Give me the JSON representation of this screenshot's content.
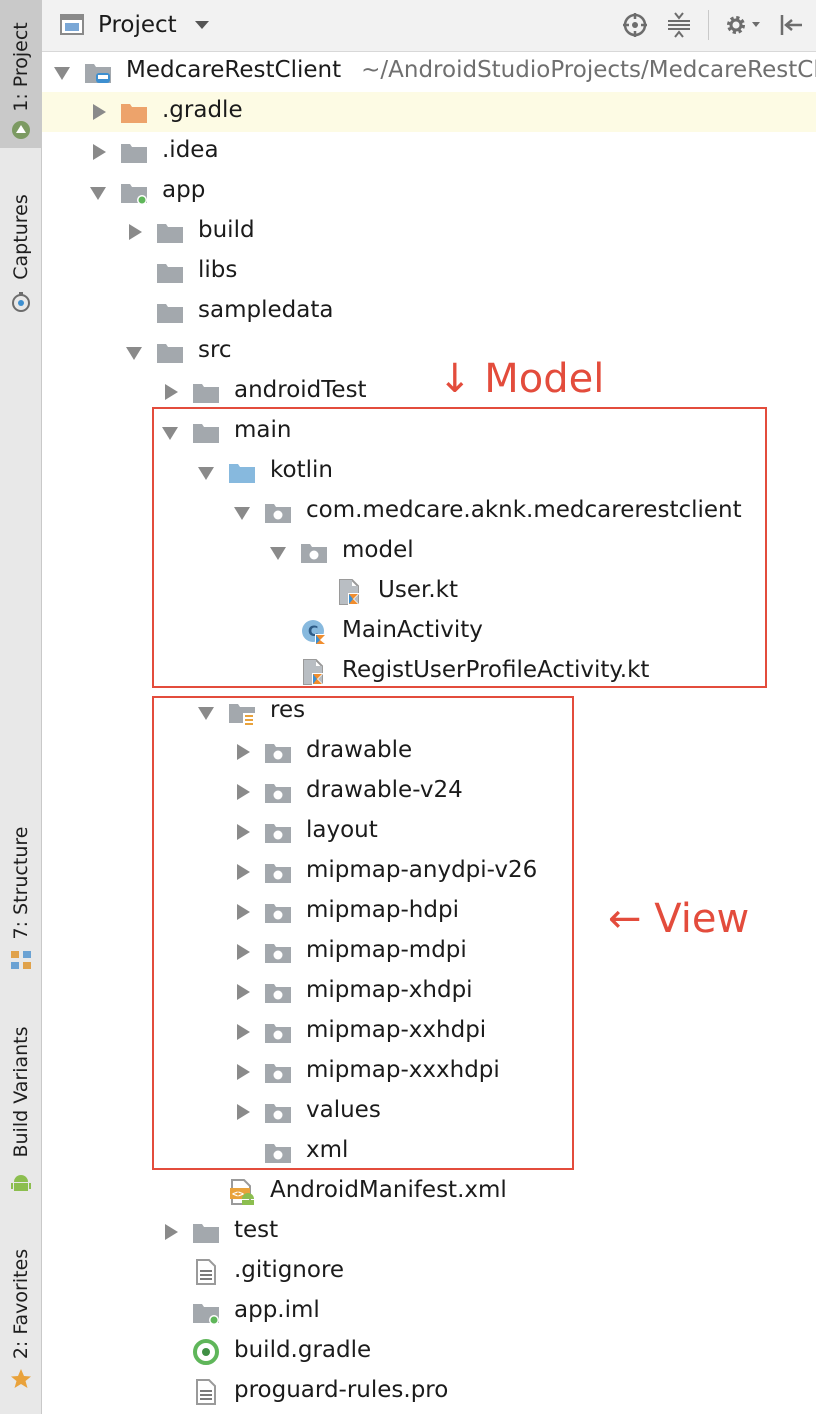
{
  "side_tabs": {
    "project": "1: Project",
    "captures": "Captures",
    "structure": "7: Structure",
    "build_variants": "Build Variants",
    "favorites": "2: Favorites"
  },
  "toolbar": {
    "view_label": "Project"
  },
  "tree": [
    {
      "label": "MedcareRestClient",
      "path": "~/AndroidStudioProjects/MedcareRestClient",
      "depth": 0,
      "arrow": "down",
      "icon": "module-folder-icon"
    },
    {
      "label": ".gradle",
      "depth": 1,
      "arrow": "right",
      "icon": "folder-orange-icon",
      "highlight": true
    },
    {
      "label": ".idea",
      "depth": 1,
      "arrow": "right",
      "icon": "folder-icon"
    },
    {
      "label": "app",
      "depth": 1,
      "arrow": "down",
      "icon": "module-icon"
    },
    {
      "label": "build",
      "depth": 2,
      "arrow": "right",
      "icon": "folder-icon"
    },
    {
      "label": "libs",
      "depth": 2,
      "arrow": "none",
      "icon": "folder-icon"
    },
    {
      "label": "sampledata",
      "depth": 2,
      "arrow": "none",
      "icon": "folder-icon"
    },
    {
      "label": "src",
      "depth": 2,
      "arrow": "down",
      "icon": "folder-icon"
    },
    {
      "label": "androidTest",
      "depth": 3,
      "arrow": "right",
      "icon": "folder-icon"
    },
    {
      "label": "main",
      "depth": 3,
      "arrow": "down",
      "icon": "folder-icon"
    },
    {
      "label": "kotlin",
      "depth": 4,
      "arrow": "down",
      "icon": "source-folder-icon"
    },
    {
      "label": "com.medcare.aknk.medcarerestclient",
      "depth": 5,
      "arrow": "down",
      "icon": "package-icon"
    },
    {
      "label": "model",
      "depth": 6,
      "arrow": "down",
      "icon": "package-icon"
    },
    {
      "label": "User.kt",
      "depth": 7,
      "arrow": "none",
      "icon": "kotlin-file-icon"
    },
    {
      "label": "MainActivity",
      "depth": 6,
      "arrow": "none",
      "icon": "kotlin-class-icon"
    },
    {
      "label": "RegistUserProfileActivity.kt",
      "depth": 6,
      "arrow": "none",
      "icon": "kotlin-file-icon"
    },
    {
      "label": "res",
      "depth": 4,
      "arrow": "down",
      "icon": "resources-folder-icon"
    },
    {
      "label": "drawable",
      "depth": 5,
      "arrow": "right",
      "icon": "package-icon"
    },
    {
      "label": "drawable-v24",
      "depth": 5,
      "arrow": "right",
      "icon": "package-icon"
    },
    {
      "label": "layout",
      "depth": 5,
      "arrow": "right",
      "icon": "package-icon"
    },
    {
      "label": "mipmap-anydpi-v26",
      "depth": 5,
      "arrow": "right",
      "icon": "package-icon"
    },
    {
      "label": "mipmap-hdpi",
      "depth": 5,
      "arrow": "right",
      "icon": "package-icon"
    },
    {
      "label": "mipmap-mdpi",
      "depth": 5,
      "arrow": "right",
      "icon": "package-icon"
    },
    {
      "label": "mipmap-xhdpi",
      "depth": 5,
      "arrow": "right",
      "icon": "package-icon"
    },
    {
      "label": "mipmap-xxhdpi",
      "depth": 5,
      "arrow": "right",
      "icon": "package-icon"
    },
    {
      "label": "mipmap-xxxhdpi",
      "depth": 5,
      "arrow": "right",
      "icon": "package-icon"
    },
    {
      "label": "values",
      "depth": 5,
      "arrow": "right",
      "icon": "package-icon"
    },
    {
      "label": "xml",
      "depth": 5,
      "arrow": "none",
      "icon": "package-icon"
    },
    {
      "label": "AndroidManifest.xml",
      "depth": 4,
      "arrow": "none",
      "icon": "manifest-file-icon"
    },
    {
      "label": "test",
      "depth": 3,
      "arrow": "right",
      "icon": "folder-icon"
    },
    {
      "label": ".gitignore",
      "depth": 3,
      "arrow": "none",
      "icon": "text-file-icon"
    },
    {
      "label": "app.iml",
      "depth": 3,
      "arrow": "none",
      "icon": "module-icon"
    },
    {
      "label": "build.gradle",
      "depth": 3,
      "arrow": "none",
      "icon": "gradle-file-icon"
    },
    {
      "label": "proguard-rules.pro",
      "depth": 3,
      "arrow": "none",
      "icon": "text-file-icon"
    }
  ],
  "annotations": {
    "model": "↓ Model",
    "view": "← View"
  },
  "colors": {
    "annotation": "#e34c3c",
    "folder": "#a3a8ad",
    "source_folder": "#87b9de",
    "orange_folder": "#eda36b",
    "selected_row": "#fdfbe4"
  }
}
